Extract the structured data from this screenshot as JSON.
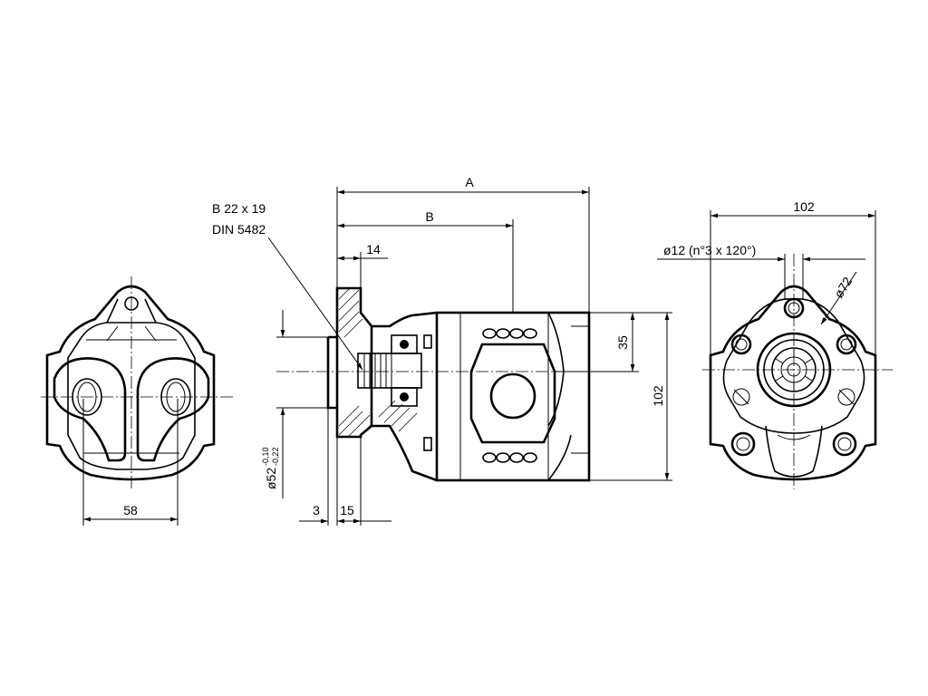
{
  "labels": {
    "a": "A",
    "b": "B",
    "d14": "14",
    "d58": "58",
    "d3": "3",
    "d15": "15",
    "d35": "35",
    "d102_side": "102",
    "d102_top": "102",
    "spline_line1": "B 22 x 19",
    "spline_line2": "DIN 5482",
    "bolt_holes": "ø12 (n°3 x 120°)",
    "bolt_circle": "ø72",
    "pilot_dia": "ø52",
    "pilot_tol_upper": "-0,10",
    "pilot_tol_lower": "-0,22"
  }
}
